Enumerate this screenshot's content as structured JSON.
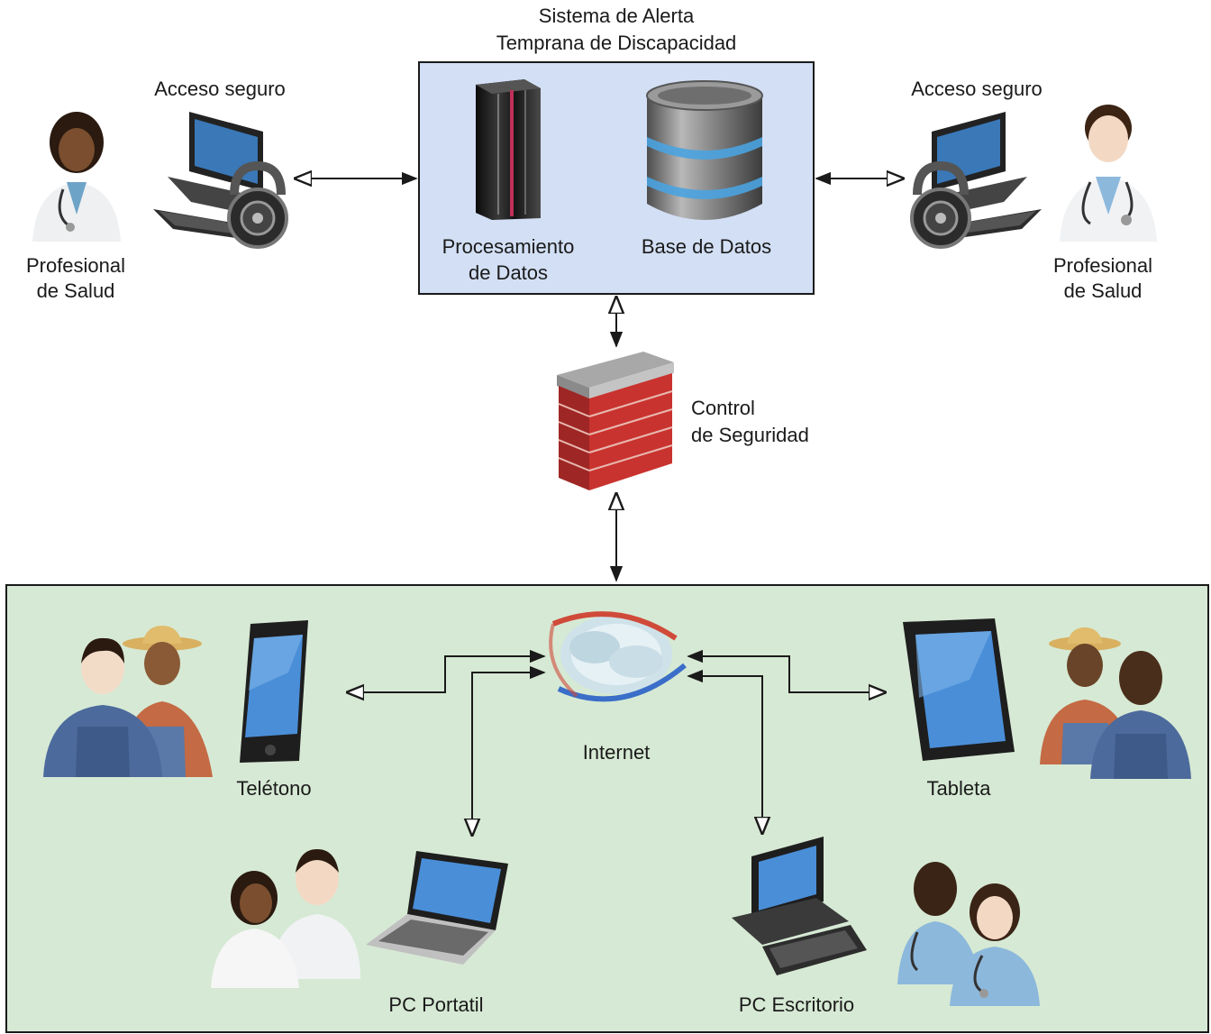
{
  "system": {
    "title_line1": "Sistema de Alerta",
    "title_line2": "Temprana de Discapacidad",
    "processing_line1": "Procesamiento",
    "processing_line2": "de Datos",
    "database": "Base de Datos"
  },
  "left_access": {
    "label": "Acceso seguro",
    "professional_line1": "Profesional",
    "professional_line2": "de Salud"
  },
  "right_access": {
    "label": "Acceso seguro",
    "professional_line1": "Profesional",
    "professional_line2": "de Salud"
  },
  "firewall": {
    "line1": "Control",
    "line2": "de Seguridad"
  },
  "network": {
    "internet": "Internet",
    "phone": "Telétono",
    "tablet": "Tableta",
    "laptop": "PC Portatil",
    "desktop": "PC Escritorio"
  },
  "colors": {
    "system_fill": "#d2dff4",
    "users_fill": "#d6e9d4",
    "firewall_brick": "#c0302e",
    "line": "#1a1a1a"
  }
}
